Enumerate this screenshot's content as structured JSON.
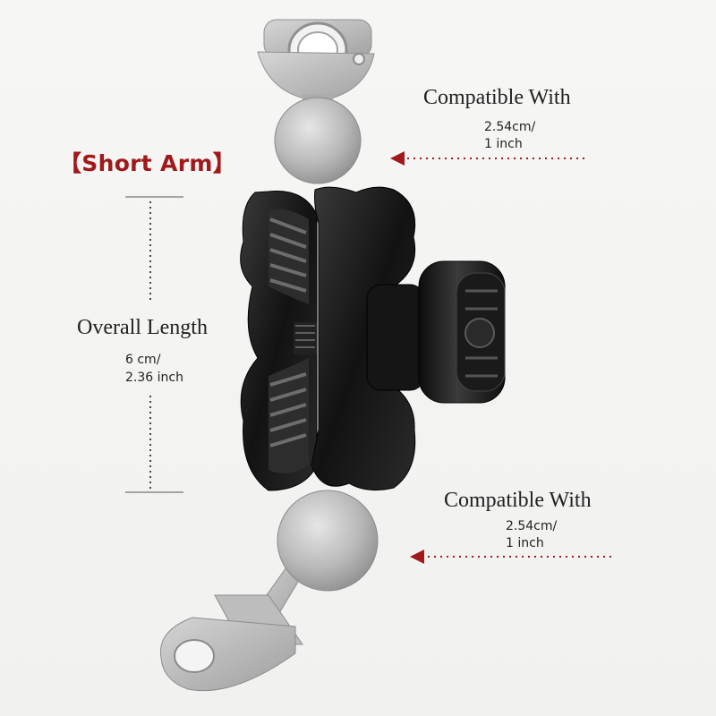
{
  "title": "【Short Arm】",
  "top_compat": {
    "title": "Compatible With",
    "size_line1": "2.54cm/",
    "size_line2": "1 inch"
  },
  "overall": {
    "title": "Overall Length",
    "size_line1": "6 cm/",
    "size_line2": "2.36 inch"
  },
  "bottom_compat": {
    "title": "Compatible With",
    "size_line1": "2.54cm/",
    "size_line2": "1 inch"
  },
  "colors": {
    "accent": "#a0191b",
    "arm": "#111111",
    "ghost_parts": "#b4b4b4"
  },
  "icons": [
    "left-arrow-icon",
    "left-arrow-icon"
  ]
}
